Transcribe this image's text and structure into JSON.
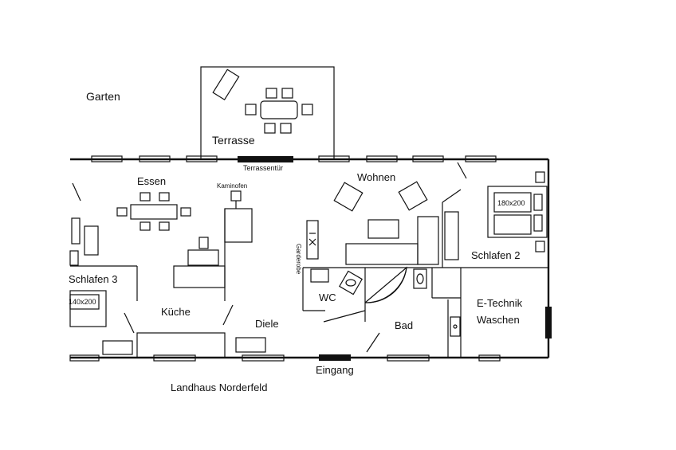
{
  "title": "Landhaus Norderfeld",
  "areas": {
    "garden": "Garten",
    "terrace": "Terrasse",
    "terrace_door": "Terrassentür",
    "dining": "Essen",
    "stove": "Kaminofen",
    "living": "Wohnen",
    "bedroom2": "Schlafen 2",
    "bed2": "180x200",
    "bedroom3": "Schlafen 3",
    "bed3": "140x200",
    "kitchen": "Küche",
    "hall": "Diele",
    "wardrobe": "Garderobe",
    "wc": "WC",
    "bath": "Bad",
    "utility_line1": "E-Technik",
    "utility_line2": "Waschen",
    "entrance": "Eingang"
  },
  "colors": {
    "line": "#111111",
    "background": "#ffffff"
  }
}
